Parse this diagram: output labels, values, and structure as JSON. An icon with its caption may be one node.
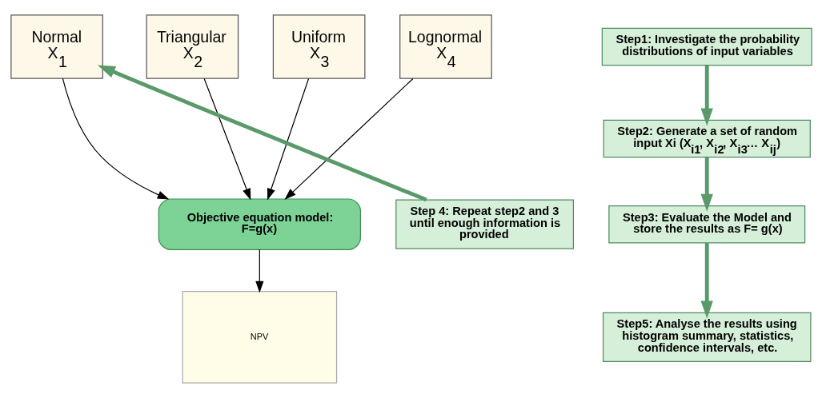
{
  "diagram": {
    "nodes": [
      {
        "text": [
          "Normal",
          "X$_{1}$"
        ]
      },
      {
        "text": [
          "Triangular",
          "X$_{2}$"
        ]
      },
      {
        "text": [
          "Uniform",
          "X$_{3}$"
        ]
      },
      {
        "text": [
          "Lognormal",
          "X$_{4}$"
        ]
      },
      {
        "text": [
          "Objective equation model: F=g(x)"
        ]
      },
      {
        "text": [
          "NPV"
        ]
      },
      {
        "text": [
          "Step1: Investigate the probability distributions of input variables"
        ]
      },
      {
        "text": [
          "Step2: Generate a set of random input Xi (X$_{i1}$, X$_{i2}$, X$_{i3}$… X$_{ij}$)"
        ]
      },
      {
        "text": [
          "Step3: Evaluate the Model and store the results as F= g(x)"
        ]
      },
      {
        "text": [
          "Step5: Analyse the results using histogram summary, statistics, confidence intervals, etc."
        ]
      },
      {
        "text": [
          "Step 4: Repeat step2 and 3 until enough information is provided"
        ]
      }
    ],
    "edges": [
      {
        "from": 0,
        "to": 4,
        "arrow": "to"
      },
      {
        "from": 1,
        "to": 4,
        "arrow": "to"
      },
      {
        "from": 2,
        "to": 4,
        "arrow": "to"
      },
      {
        "from": 3,
        "to": 4,
        "arrow": "to"
      },
      {
        "from": 4,
        "to": 5,
        "arrow": "to"
      },
      {
        "from": 6,
        "to": 7,
        "arrow": "to",
        "style": "thick",
        "color": "#5a9a6a"
      },
      {
        "from": 7,
        "to": 8,
        "arrow": "to",
        "style": "thick",
        "color": "#5a9a6a"
      },
      {
        "from": 8,
        "to": 9,
        "arrow": "to",
        "style": "thick",
        "color": "#5a9a6a"
      },
      {
        "from": 10,
        "to": 0,
        "arrow": "to",
        "style": "thick",
        "color": "#5a9a6a"
      }
    ]
  }
}
